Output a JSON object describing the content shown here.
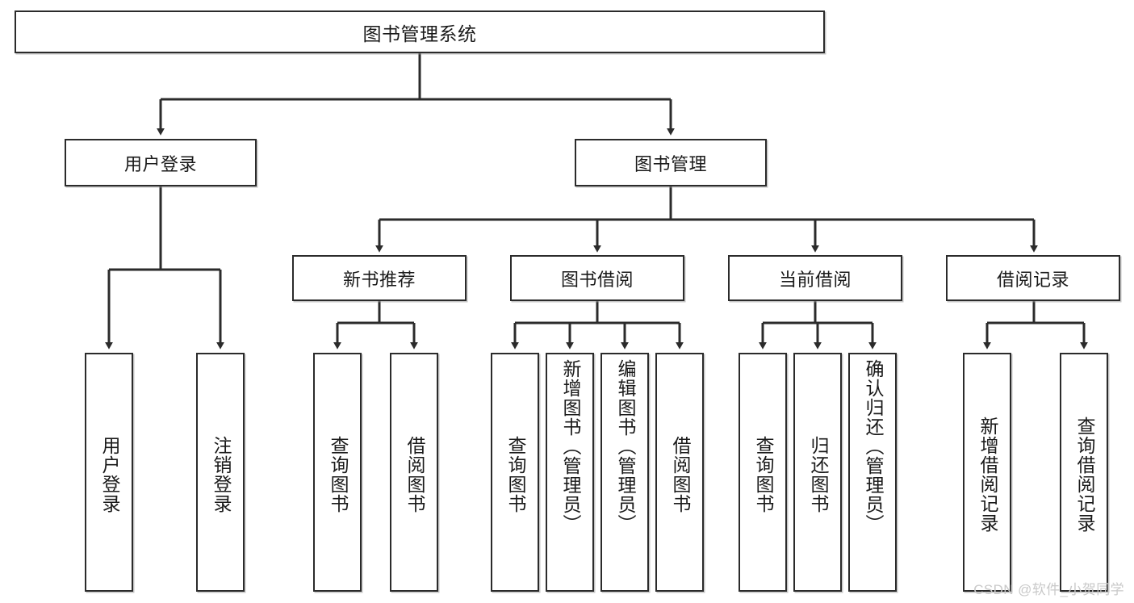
{
  "diagram": {
    "type": "tree",
    "title": "图书管理系统",
    "orientation": "top-down",
    "colors": {
      "box_border": "#2b2b2b",
      "box_fill": "#ffffff",
      "connector": "#2b2b2b",
      "background": "#ffffff",
      "watermark": "#c9c9c9"
    },
    "root": {
      "label": "图书管理系统"
    },
    "level2": [
      {
        "label": "用户登录"
      },
      {
        "label": "图书管理"
      }
    ],
    "level3": [
      {
        "label": "新书推荐"
      },
      {
        "label": "图书借阅"
      },
      {
        "label": "当前借阅"
      },
      {
        "label": "借阅记录"
      }
    ],
    "leaves": {
      "user_login": [
        {
          "label": "用户登录"
        },
        {
          "label": "注销登录"
        }
      ],
      "new_book_recommend": [
        {
          "label": "查询图书"
        },
        {
          "label": "借阅图书"
        }
      ],
      "book_borrow": [
        {
          "label": "查询图书"
        },
        {
          "label": "新增图书（管理员）"
        },
        {
          "label": "编辑图书（管理员）"
        },
        {
          "label": "借阅图书"
        }
      ],
      "current_borrow": [
        {
          "label": "查询图书"
        },
        {
          "label": "归还图书"
        },
        {
          "label": "确认归还（管理员）"
        }
      ],
      "borrow_record": [
        {
          "label": "新增借阅记录"
        },
        {
          "label": "查询借阅记录"
        }
      ]
    }
  },
  "watermark": {
    "text": "CSDN @软件_小贺同学"
  }
}
